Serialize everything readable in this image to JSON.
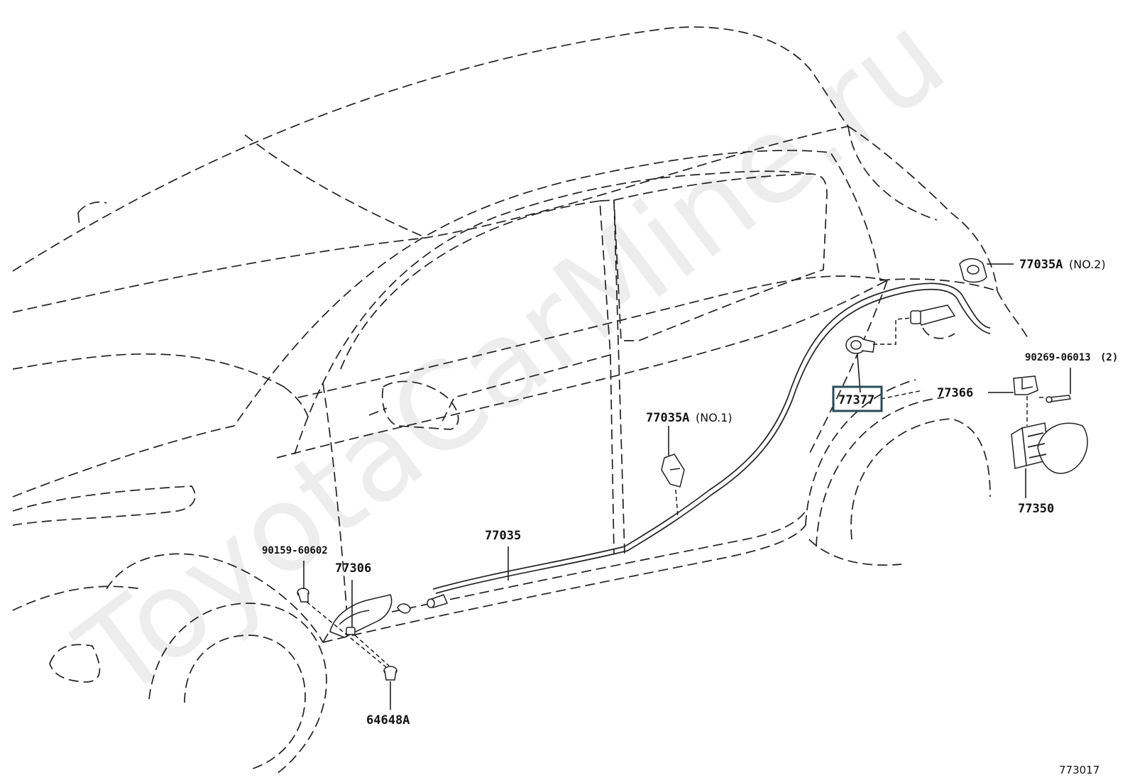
{
  "watermark": "ToyotaCarMine.ru",
  "diagram_number": "773017",
  "callouts": [
    {
      "id": "p77035a_no2",
      "code": "77035A",
      "suffix": "(NO.2)"
    },
    {
      "id": "p90269",
      "code": "90269-06013",
      "suffix": "(2)"
    },
    {
      "id": "p77366",
      "code": "77366",
      "suffix": ""
    },
    {
      "id": "p77377",
      "code": "77377",
      "suffix": "",
      "highlighted": true
    },
    {
      "id": "p77350",
      "code": "77350",
      "suffix": ""
    },
    {
      "id": "p77035a_no1",
      "code": "77035A",
      "suffix": "(NO.1)"
    },
    {
      "id": "p77035",
      "code": "77035",
      "suffix": ""
    },
    {
      "id": "p90159",
      "code": "90159-60602",
      "suffix": ""
    },
    {
      "id": "p77306",
      "code": "77306",
      "suffix": ""
    },
    {
      "id": "p64648a",
      "code": "64648A",
      "suffix": ""
    }
  ],
  "colors": {
    "line": "#222222",
    "highlight_box": "#2b4a5a",
    "background": "#ffffff"
  }
}
